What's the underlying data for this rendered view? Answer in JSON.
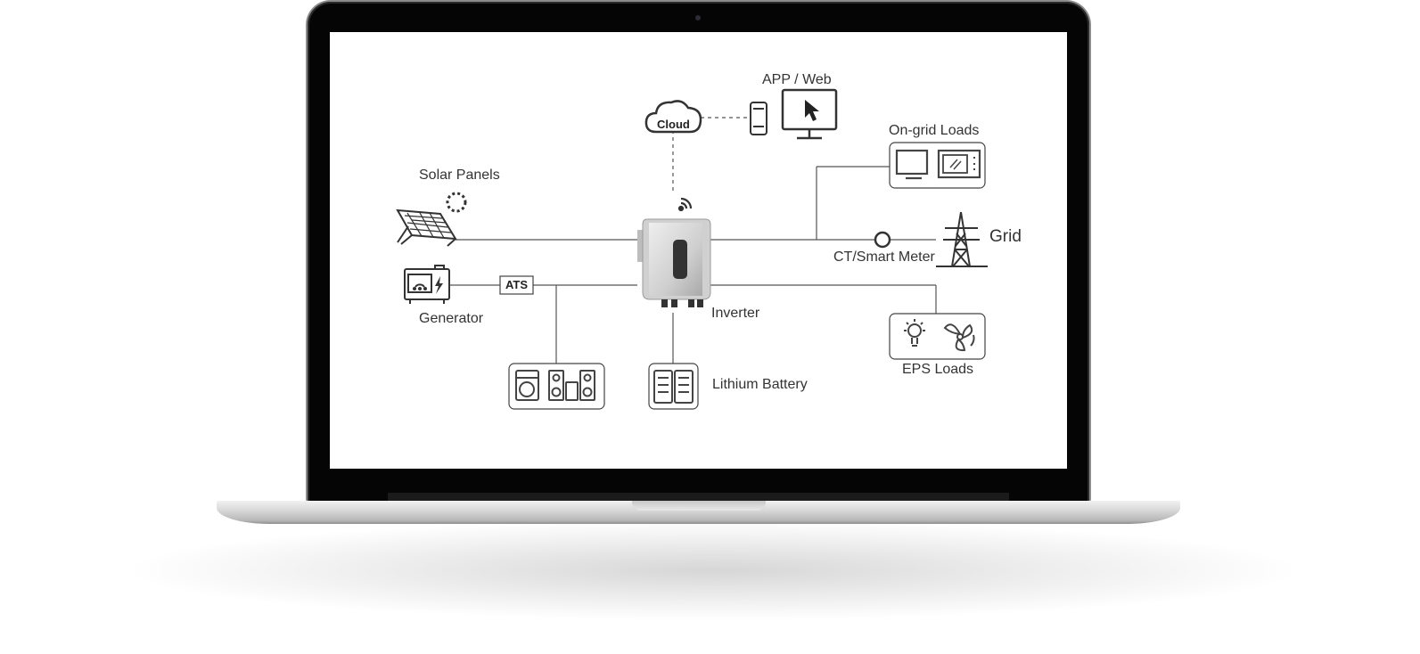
{
  "diagram": {
    "labels": {
      "app_web": "APP / Web",
      "cloud": "Cloud",
      "on_grid_loads": "On-grid Loads",
      "solar_panels": "Solar Panels",
      "grid": "Grid",
      "ct_meter": "CT/Smart Meter",
      "ats": "ATS",
      "generator": "Generator",
      "inverter": "Inverter",
      "eps_loads": "EPS Loads",
      "lithium_battery": "Lithium Battery"
    },
    "icons": [
      "cloud-icon",
      "phone-icon",
      "monitor-icon",
      "cursor-icon",
      "tv-icon",
      "microwave-icon",
      "solar-panel-icon",
      "sun-icon",
      "wifi-icon",
      "inverter-icon",
      "transmission-tower-icon",
      "generator-icon",
      "lightning-icon",
      "washing-machine-icon",
      "speaker-icon",
      "battery-icon",
      "light-bulb-icon",
      "fan-icon"
    ],
    "colors": {
      "line": "#555555",
      "device": "#c4c4c4",
      "frame": "#050505"
    }
  }
}
